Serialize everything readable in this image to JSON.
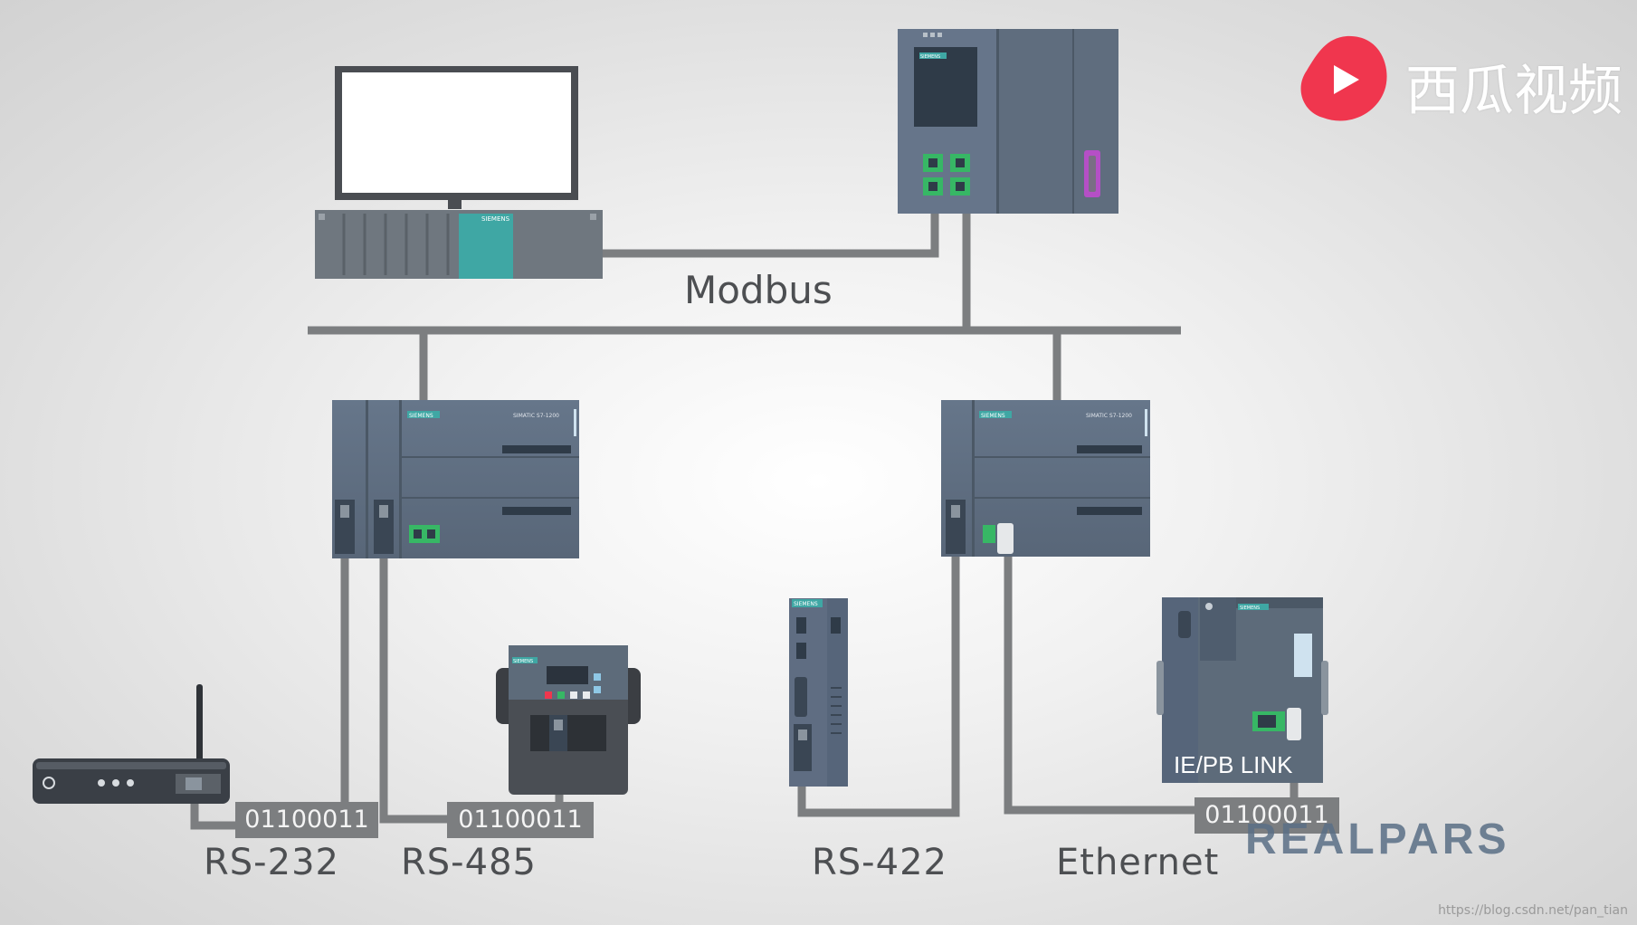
{
  "bus": {
    "label": "Modbus"
  },
  "protocols": {
    "rs232": "RS-232",
    "rs485": "RS-485",
    "rs422": "RS-422",
    "ethernet": "Ethernet"
  },
  "data_frames": {
    "rs232": "01100011",
    "rs485": "01100011",
    "ethernet": "01100011"
  },
  "devices": {
    "hmi_brand": "SIEMENS",
    "plc_left": {
      "brand": "SIEMENS",
      "model": "SIMATIC S7-1200"
    },
    "plc_right": {
      "brand": "SIEMENS",
      "model": "SIMATIC S7-1200"
    },
    "plc_top": {
      "brand": "SIEMENS"
    },
    "drive_brand": "SIEMENS",
    "rs422_module_brand": "SIEMENS",
    "gateway": {
      "brand": "SIEMENS",
      "label": "IE/PB LINK"
    }
  },
  "watermark_logo": {
    "text": "西瓜视频"
  },
  "realpars_logo": {
    "text": "REALPARS"
  },
  "url": "https://blog.csdn.net/pan_tian",
  "colors": {
    "device": "#5d6b7a",
    "cable": "#7c7e80",
    "teal": "#3fa7a4",
    "port_green": "#37b765",
    "port_magenta": "#b54fc6",
    "logo_red": "#f0364e"
  }
}
